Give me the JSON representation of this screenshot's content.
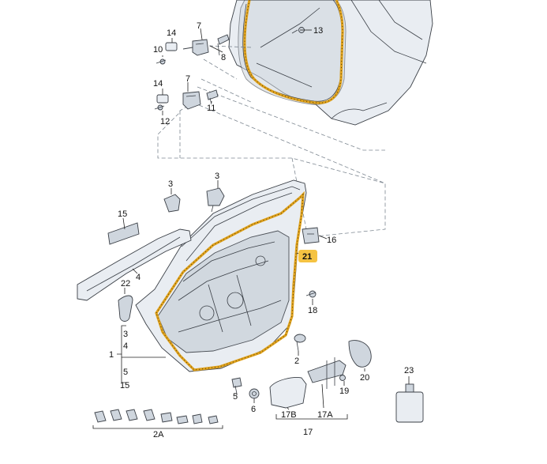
{
  "callouts": {
    "c1": "1",
    "c2": "2",
    "c2a": "2A",
    "c3a": "3",
    "c3b": "3",
    "c3c": "3",
    "c4a": "4",
    "c4b": "4",
    "c5a": "5",
    "c5b": "5",
    "c6": "6",
    "c7a": "7",
    "c7b": "7",
    "c8": "8",
    "c10": "10",
    "c11": "11",
    "c12": "12",
    "c13": "13",
    "c14a": "14",
    "c14b": "14",
    "c15a": "15",
    "c15b": "15",
    "c16": "16",
    "c17": "17",
    "c17a": "17A",
    "c17b": "17B",
    "c18": "18",
    "c19": "19",
    "c20": "20",
    "c21": "21",
    "c22": "22",
    "c23": "23"
  },
  "colors": {
    "highlight": "#f5c342",
    "seal": "#e0a21c",
    "line": "#3a3f46",
    "dash": "#7d8791"
  },
  "highlighted_part": "21"
}
